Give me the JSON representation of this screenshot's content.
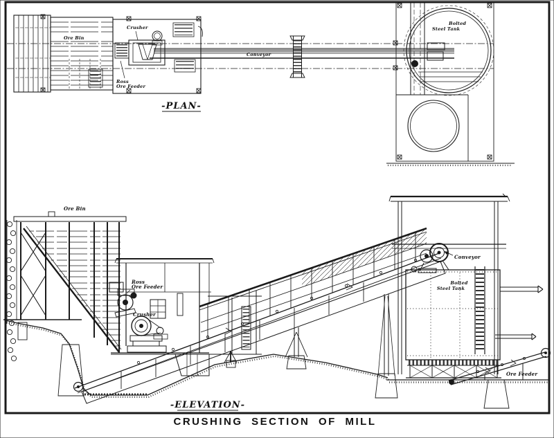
{
  "caption": "CRUSHING SECTION OF MILL",
  "plan": {
    "section_label": "-PLAN-",
    "labels": {
      "ore_bin": "Ore Bin",
      "crusher": "Crusher",
      "ross_feeder_line1": "Ross",
      "ross_feeder_line2": "Ore Feeder",
      "conveyor": "Conveyor",
      "tank_line1": "Bolted",
      "tank_line2": "Steel Tank"
    }
  },
  "elevation": {
    "section_label": "-ELEVATION-",
    "labels": {
      "ore_bin": "Ore Bin",
      "ross_feeder_line1": "Ross",
      "ross_feeder_line2": "Ore Feeder",
      "crusher": "Crusher",
      "conveyor": "Conveyor",
      "tank_line1": "Bolted",
      "tank_line2": "Steel Tank",
      "ore_feeder": "Ore Feeder"
    }
  },
  "colors": {
    "ink": "#1a1a1a",
    "paper": "#ffffff",
    "belt_gray": "#9a9a9a"
  }
}
